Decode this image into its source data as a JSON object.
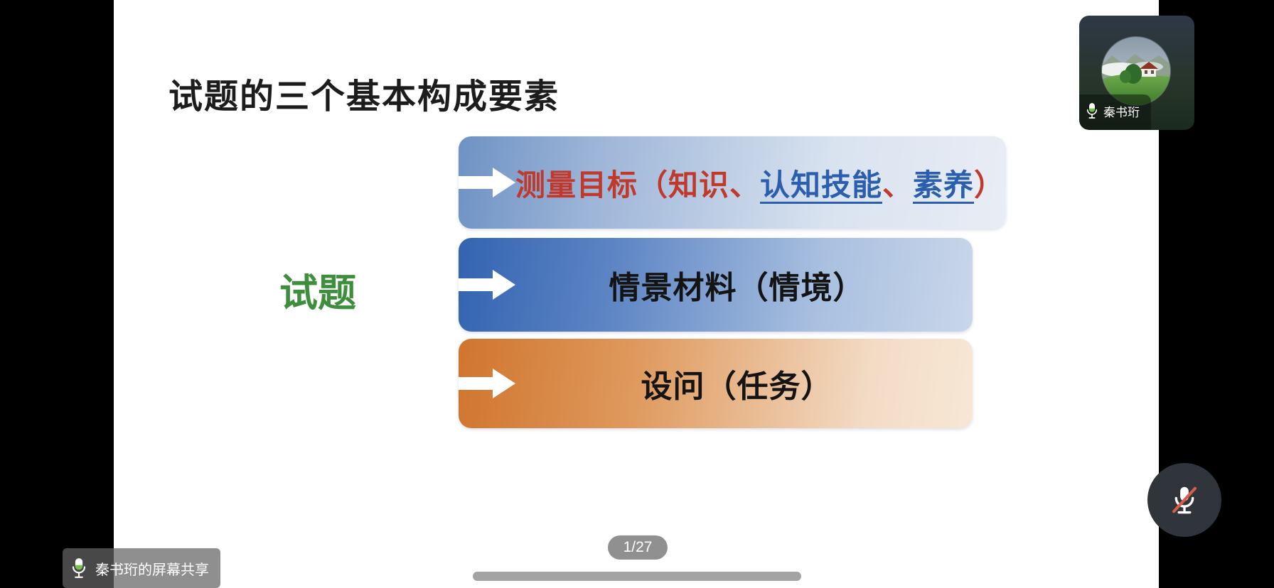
{
  "slide": {
    "title": "试题的三个基本构成要素",
    "side_label": "试题",
    "bars": [
      {
        "name": "measurement-target",
        "segments": [
          {
            "text": "测量目标（知识、",
            "style": "red"
          },
          {
            "text": "认知技能",
            "style": "blue-underline"
          },
          {
            "text": "、",
            "style": "red"
          },
          {
            "text": "素养",
            "style": "blue-underline"
          },
          {
            "text": "）",
            "style": "red"
          }
        ],
        "gradient": [
          "#6e92c4",
          "#e9edf5"
        ]
      },
      {
        "name": "context-material",
        "label": "情景材料（情境）",
        "gradient": [
          "#3363b1",
          "#c9d6ea"
        ]
      },
      {
        "name": "question-task",
        "label": "设问（任务）",
        "gradient": [
          "#d0752e",
          "#f7e7d6"
        ]
      }
    ],
    "colors": {
      "title": "#1c1c1c",
      "side_label_green": "#3e8e3e",
      "red_text": "#c0392b",
      "blue_link": "#2b5fae",
      "bar_text": "#141414"
    }
  },
  "pagination": {
    "label": "1/27"
  },
  "scrollbar": {
    "color": "#a3a3a3"
  },
  "share_banner": {
    "label": "秦书珩的屏幕共享",
    "icon": "mic-live-icon"
  },
  "participant_tile": {
    "name": "秦书珩",
    "icon": "mic-live-icon",
    "avatar": "landscape-photo"
  },
  "mute_button": {
    "icon": "mic-muted-icon",
    "slash_color": "#d95b49",
    "background": "#30353b"
  }
}
